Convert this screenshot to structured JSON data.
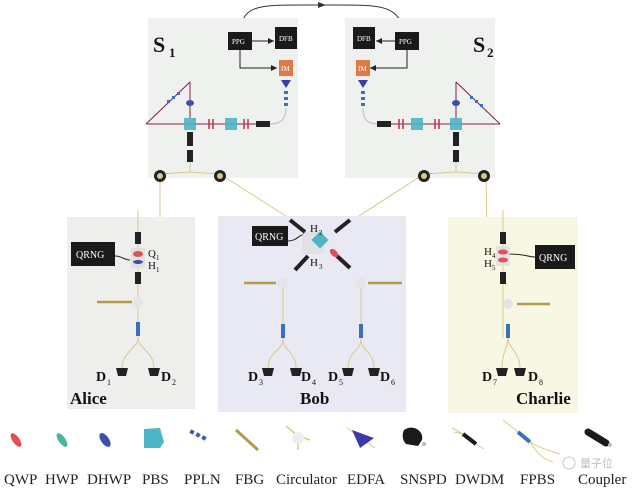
{
  "diagram": {
    "sources": [
      {
        "label": "S",
        "subscript": "1",
        "boxes": {
          "ppg": "PPG",
          "dfb": "DFB",
          "im": "IM"
        }
      },
      {
        "label": "S",
        "subscript": "2",
        "boxes": {
          "ppg": "PPG",
          "dfb": "DFB",
          "im": "IM"
        }
      }
    ],
    "nodes": [
      {
        "name": "Alice",
        "qrng": "QRNG",
        "plates": [
          {
            "label": "Q",
            "sub": "1"
          },
          {
            "label": "H",
            "sub": "1"
          }
        ],
        "detectors": [
          {
            "label": "D",
            "sub": "1"
          },
          {
            "label": "D",
            "sub": "2"
          }
        ]
      },
      {
        "name": "Bob",
        "qrng": "QRNG",
        "plates": [
          {
            "label": "H",
            "sub": "2"
          },
          {
            "label": "H",
            "sub": "3"
          }
        ],
        "detectors": [
          {
            "label": "D",
            "sub": "3"
          },
          {
            "label": "D",
            "sub": "4"
          },
          {
            "label": "D",
            "sub": "5"
          },
          {
            "label": "D",
            "sub": "6"
          }
        ]
      },
      {
        "name": "Charlie",
        "qrng": "QRNG",
        "plates": [
          {
            "label": "H",
            "sub": "4"
          },
          {
            "label": "H",
            "sub": "5"
          }
        ],
        "detectors": [
          {
            "label": "D",
            "sub": "7"
          },
          {
            "label": "D",
            "sub": "8"
          }
        ]
      }
    ],
    "legend": [
      {
        "key": "qwp",
        "label": "QWP",
        "icon": "qwp-icon"
      },
      {
        "key": "hwp",
        "label": "HWP",
        "icon": "hwp-icon"
      },
      {
        "key": "dhwp",
        "label": "DHWP",
        "icon": "dhwp-icon"
      },
      {
        "key": "pbs",
        "label": "PBS",
        "icon": "pbs-icon"
      },
      {
        "key": "ppln",
        "label": "PPLN",
        "icon": "ppln-icon"
      },
      {
        "key": "fbg",
        "label": "FBG",
        "icon": "fbg-icon"
      },
      {
        "key": "circulator",
        "label": "Circulator",
        "icon": "circulator-icon"
      },
      {
        "key": "edfa",
        "label": "EDFA",
        "icon": "edfa-icon"
      },
      {
        "key": "snspd",
        "label": "SNSPD",
        "icon": "snspd-icon"
      },
      {
        "key": "dwdm",
        "label": "DWDM",
        "icon": "dwdm-icon"
      },
      {
        "key": "fpbs",
        "label": "FPBS",
        "icon": "fpbs-icon"
      },
      {
        "key": "coupler",
        "label": "Coupler",
        "icon": "coupler-icon"
      }
    ],
    "watermark": "量子位",
    "colors": {
      "source_panel": "#eef1ee",
      "alice_panel": "#eeeeec",
      "bob_panel": "#e9e9f3",
      "charlie_panel": "#f7f7e3",
      "fiber": "#d9c98a",
      "laser_line": "#8a1c4a",
      "im_box": "#e07a45",
      "edfa": "#3a3aa8",
      "pbs": "#4db5c4",
      "qwp": "#e0505a",
      "hwp": "#4ab5a0",
      "dhwp": "#3a50b0"
    }
  }
}
